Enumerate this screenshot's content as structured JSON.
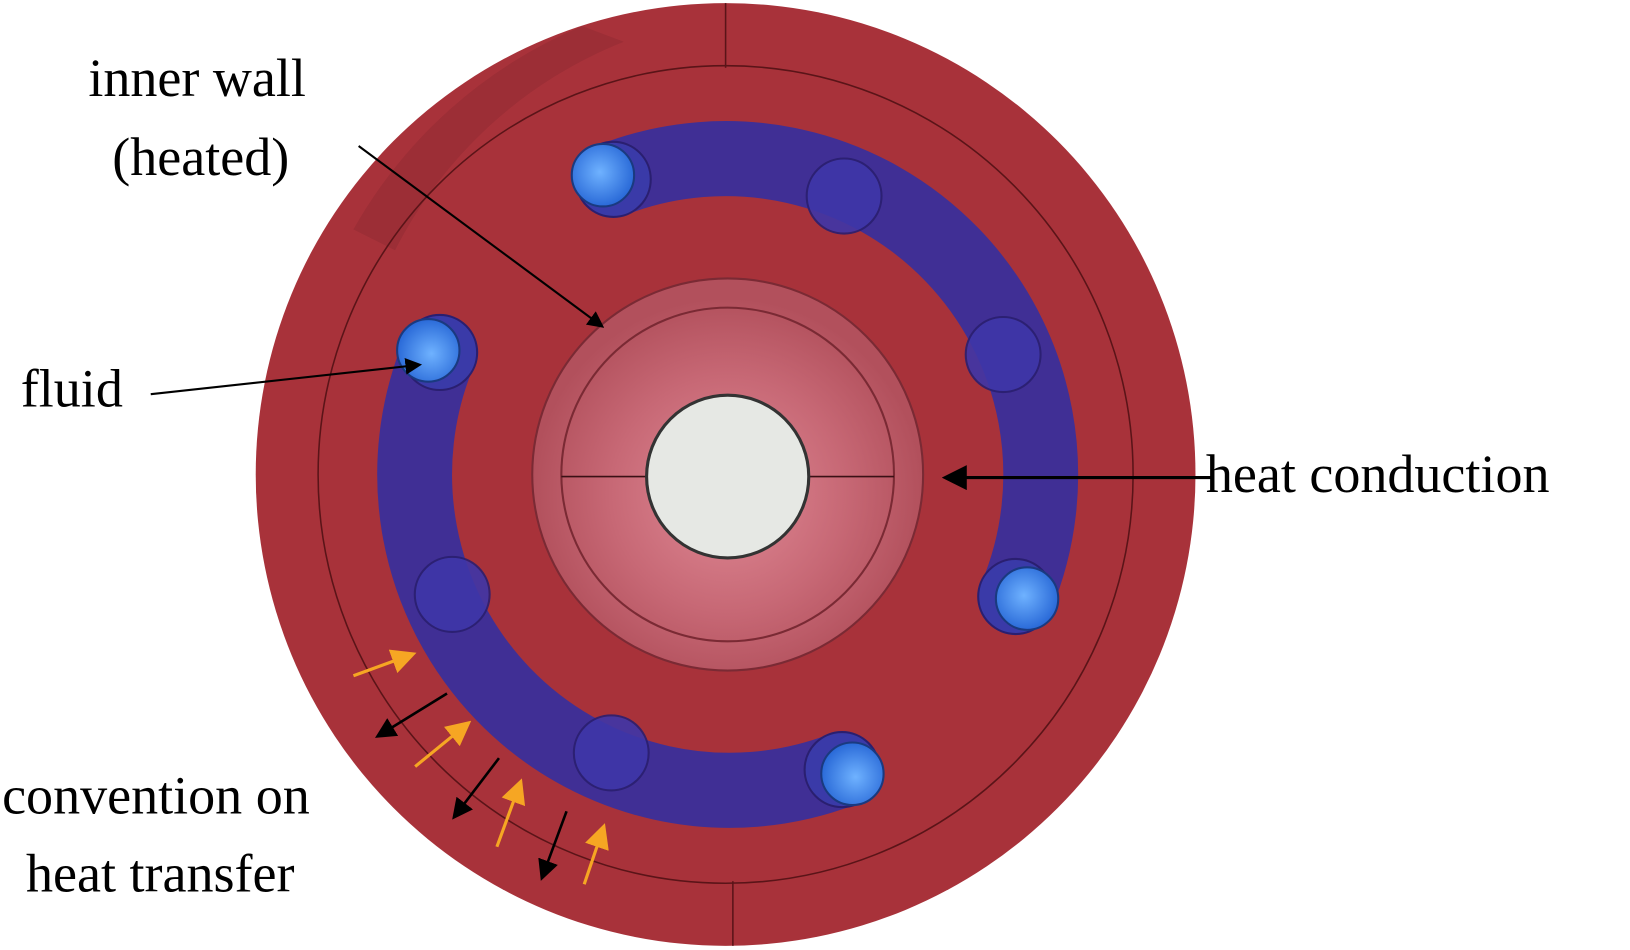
{
  "labels": {
    "inner_wall_line1": "inner wall",
    "inner_wall_line2": "(heated)",
    "fluid": "fluid",
    "heat_conduction": "heat conduction",
    "convection_line1": "convention on",
    "convection_line2": "heat transfer"
  },
  "colors": {
    "disk": "#a8323a",
    "boss": "#c0606a",
    "channel": "#3a2f9a",
    "port": "#4a8ff0",
    "hole": "#e6e8e4",
    "inward_arrow": "#f6a623",
    "outward_arrow": "#000000"
  }
}
